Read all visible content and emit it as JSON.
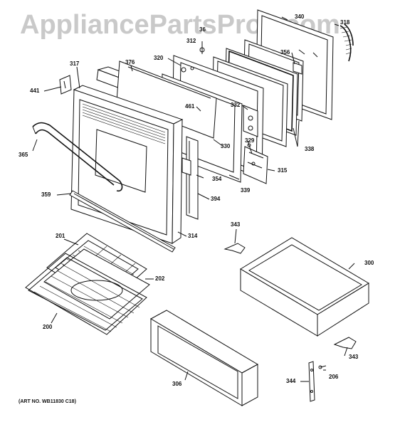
{
  "watermark": "AppliancePartsPros.com",
  "art_number": "(ART NO. WB11830 C18)",
  "part_labels": {
    "p340": "340",
    "p318": "318",
    "p36": "36",
    "p312": "312",
    "p356": "356",
    "p320": "320",
    "p376": "376",
    "p317": "317",
    "p441": "441",
    "p461": "461",
    "p332": "332",
    "p329": "329",
    "p330": "330",
    "p338": "338",
    "p315": "315",
    "p365": "365",
    "p354": "354",
    "p339": "339",
    "p394": "394",
    "p359": "359",
    "p343a": "343",
    "p314": "314",
    "p201": "201",
    "p300": "300",
    "p202": "202",
    "p200": "200",
    "p343b": "343",
    "p344": "344",
    "p206": "206",
    "p306": "306"
  }
}
